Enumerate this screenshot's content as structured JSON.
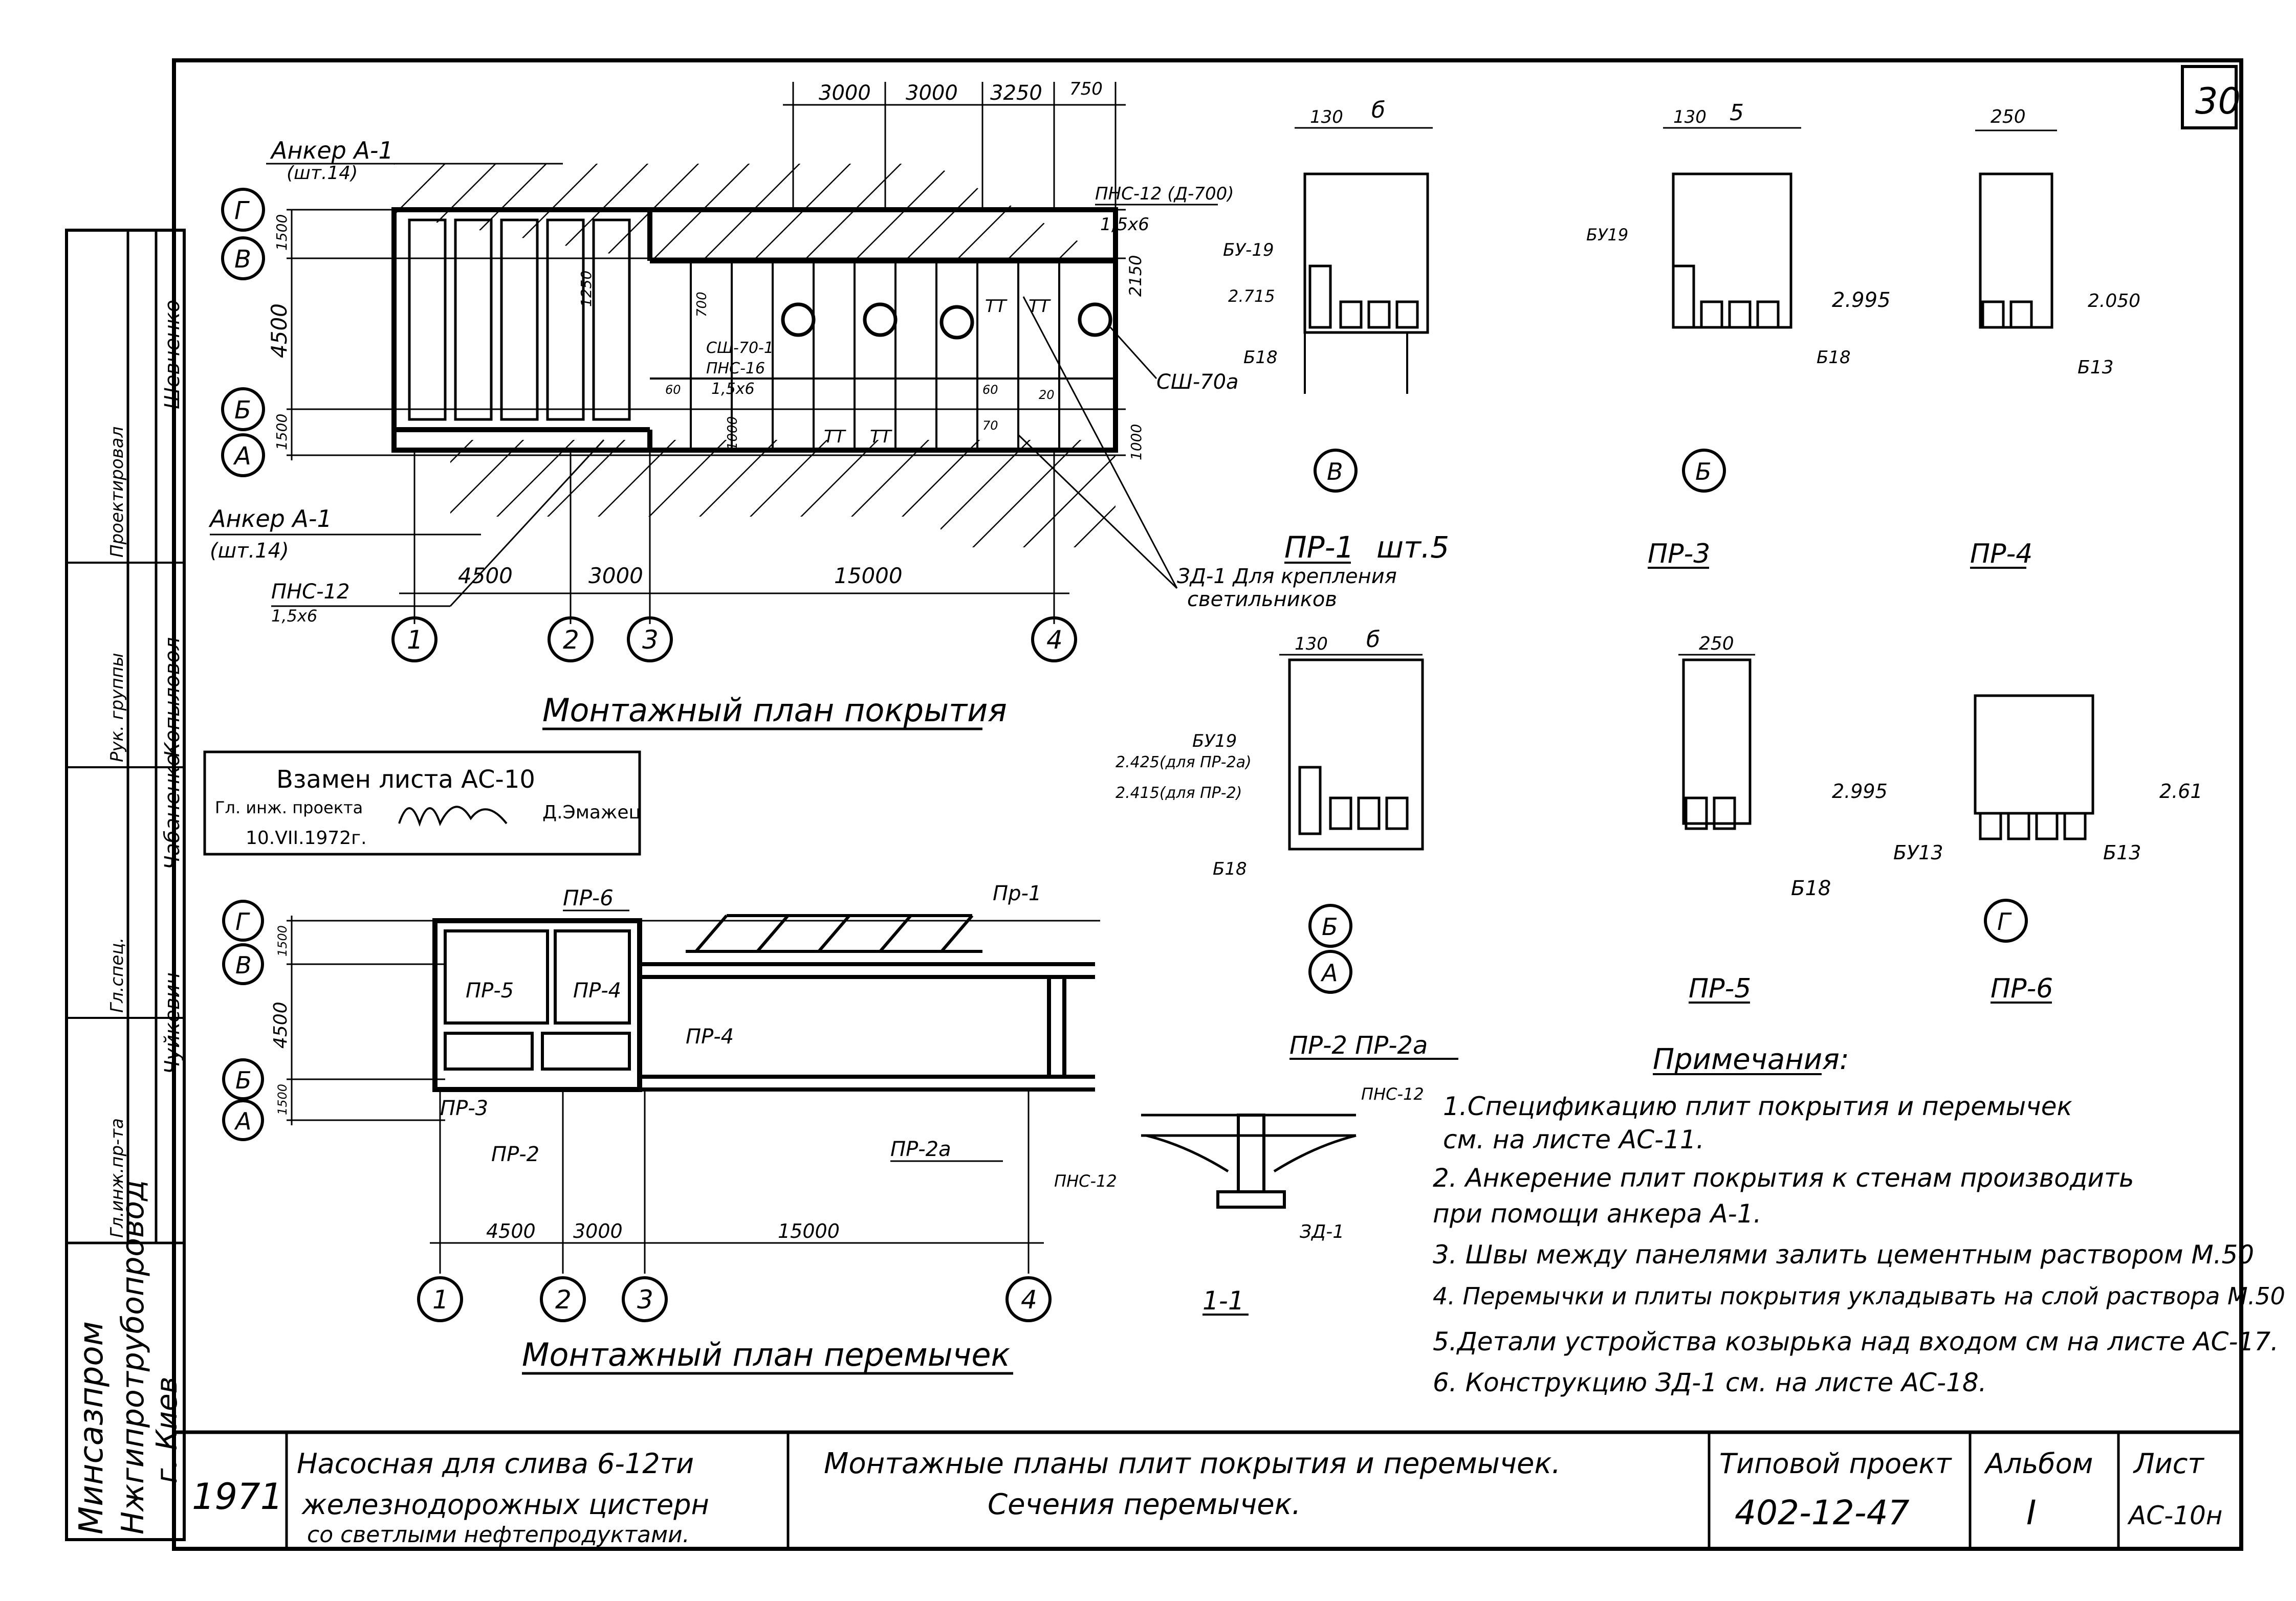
{
  "sheet_number": "30",
  "titles": {
    "roof_plan": "Монтажный план покрытия",
    "lintel_plan": "Монтажный план перемычек"
  },
  "roof_plan": {
    "anchor_top": "Анкер А-1",
    "anchor_top_qty": "(шт.14)",
    "anchor_bottom": "Анкер А-1",
    "anchor_bottom_qty": "(шт.14)",
    "top_dims": [
      "3000",
      "3000",
      "3250",
      "750"
    ],
    "bottom_dims": [
      "4500",
      "3000",
      "15000"
    ],
    "left_dims": [
      "1500",
      "4500",
      "1500"
    ],
    "axes_letters": [
      "Г",
      "В",
      "Б",
      "А"
    ],
    "axes_numbers": [
      "1",
      "2",
      "3",
      "4"
    ],
    "slab_label_right": "ПНС-12 (Д-700)",
    "slab_label_right_size": "1,5х6",
    "slab_label_left": "ПНС-12",
    "slab_label_left_size": "1,5х6",
    "slab_label_center": "СШ-70-1",
    "slab_label_center_2": "ПНС-16",
    "slab_label_center_3": "1,5х6",
    "right_dim": "2150",
    "right_small_dim": "1000",
    "dim_1250": "1250",
    "dim_700": "700",
    "dim_1000": "1000",
    "small_dims": [
      "60",
      "60",
      "70",
      "20"
    ],
    "sh_label": "СШ-70а",
    "detail_label": "ЗД-1 Для крепления",
    "detail_label_2": "светильников",
    "beam_marks": [
      "ТТ",
      "ТТ",
      "ТТ",
      "ТТ"
    ]
  },
  "lintel_plan": {
    "labels": [
      "ПР-6",
      "ПР-5",
      "ПР-4",
      "ПР-4",
      "ПР-3",
      "ПР-2",
      "Пр-1",
      "ПР-2а"
    ],
    "bottom_dims": [
      "4500",
      "3000",
      "15000"
    ],
    "left_dims": [
      "1500",
      "4500",
      "1500"
    ],
    "axes_letters": [
      "Г",
      "В",
      "Б",
      "А"
    ],
    "axes_numbers": [
      "1",
      "2",
      "3",
      "4"
    ]
  },
  "stamp": {
    "line1": "Взамен листа АС-10",
    "line2": "Гл. инж. проекта",
    "line3": "Д.Эмажец",
    "line4": "10.VII.1972г."
  },
  "sections": {
    "pr1": {
      "title": "ПР-1",
      "qty": "шт.5",
      "w1": "130",
      "w2": "б",
      "beam": "БУ-19",
      "level": "2.715",
      "base": "Б18",
      "axis": "В"
    },
    "pr3": {
      "title": "ПР-3",
      "w1": "130",
      "w2": "5",
      "beam": "БУ19",
      "level": "2.995",
      "base": "Б18",
      "axis": "Б"
    },
    "pr4": {
      "title": "ПР-4",
      "w1": "250",
      "level": "2.050",
      "base": "Б13"
    },
    "pr2": {
      "title": "ПР-2  ПР-2а",
      "w1": "130",
      "w2": "б",
      "beam": "БУ19",
      "level1": "2.425(для ПР-2а)",
      "level2": "2.415(для ПР-2)",
      "base": "Б18",
      "axis1": "Б",
      "axis2": "А"
    },
    "pr5": {
      "title": "ПР-5",
      "w1": "250",
      "level": "2.995",
      "base": "Б18"
    },
    "pr6": {
      "title": "ПР-6",
      "level": "2.61",
      "beam": "БУ13",
      "base": "Б13",
      "axis": "Г"
    },
    "sec11": {
      "title": "1-1",
      "slab_top": "ПНС-12",
      "slab_left": "ПНС-12",
      "detail": "ЗД-1"
    }
  },
  "notes": {
    "title": "Примечания:",
    "items": [
      "1.Спецификацию плит покрытия и перемычек",
      "   см. на листе АС-11.",
      "2. Анкерение плит покрытия к стенам производить",
      "   при помощи анкера А-1.",
      "3. Швы между панелями залить цементным раствором М.50",
      "4. Перемычки и плиты покрытия укладывать на слой раствора М.50",
      "5.Детали устройства козырька над входом см на листе АС-17.",
      "6. Конструкцию ЗД-1 см. на листе АС-18."
    ]
  },
  "side_block": {
    "org1": "Минсазпром",
    "org2": "Нжгипротрубопровод",
    "org3": "г. Киев",
    "roles": [
      "Гл.инж.пр-та",
      "Гл.спец.",
      "Рук. группы",
      "Проектировал"
    ],
    "names": [
      "Шевченко",
      "Копыловол",
      "Чабаненко",
      "Чуйкевич"
    ]
  },
  "title_block": {
    "year": "1971",
    "object_1": "Насосная для слива 6-12ти",
    "object_2": "железнодорожных цистерн",
    "object_3": "со светлыми нефтепродуктами.",
    "sheet_title_1": "Монтажные планы плит покрытия и перемычек.",
    "sheet_title_2": "Сечения перемычек.",
    "project_label": "Типовой проект",
    "project_number": "402-12-47",
    "album_label": "Альбом",
    "album_value": "I",
    "sheet_label": "Лист",
    "sheet_value": "АС-10н"
  }
}
